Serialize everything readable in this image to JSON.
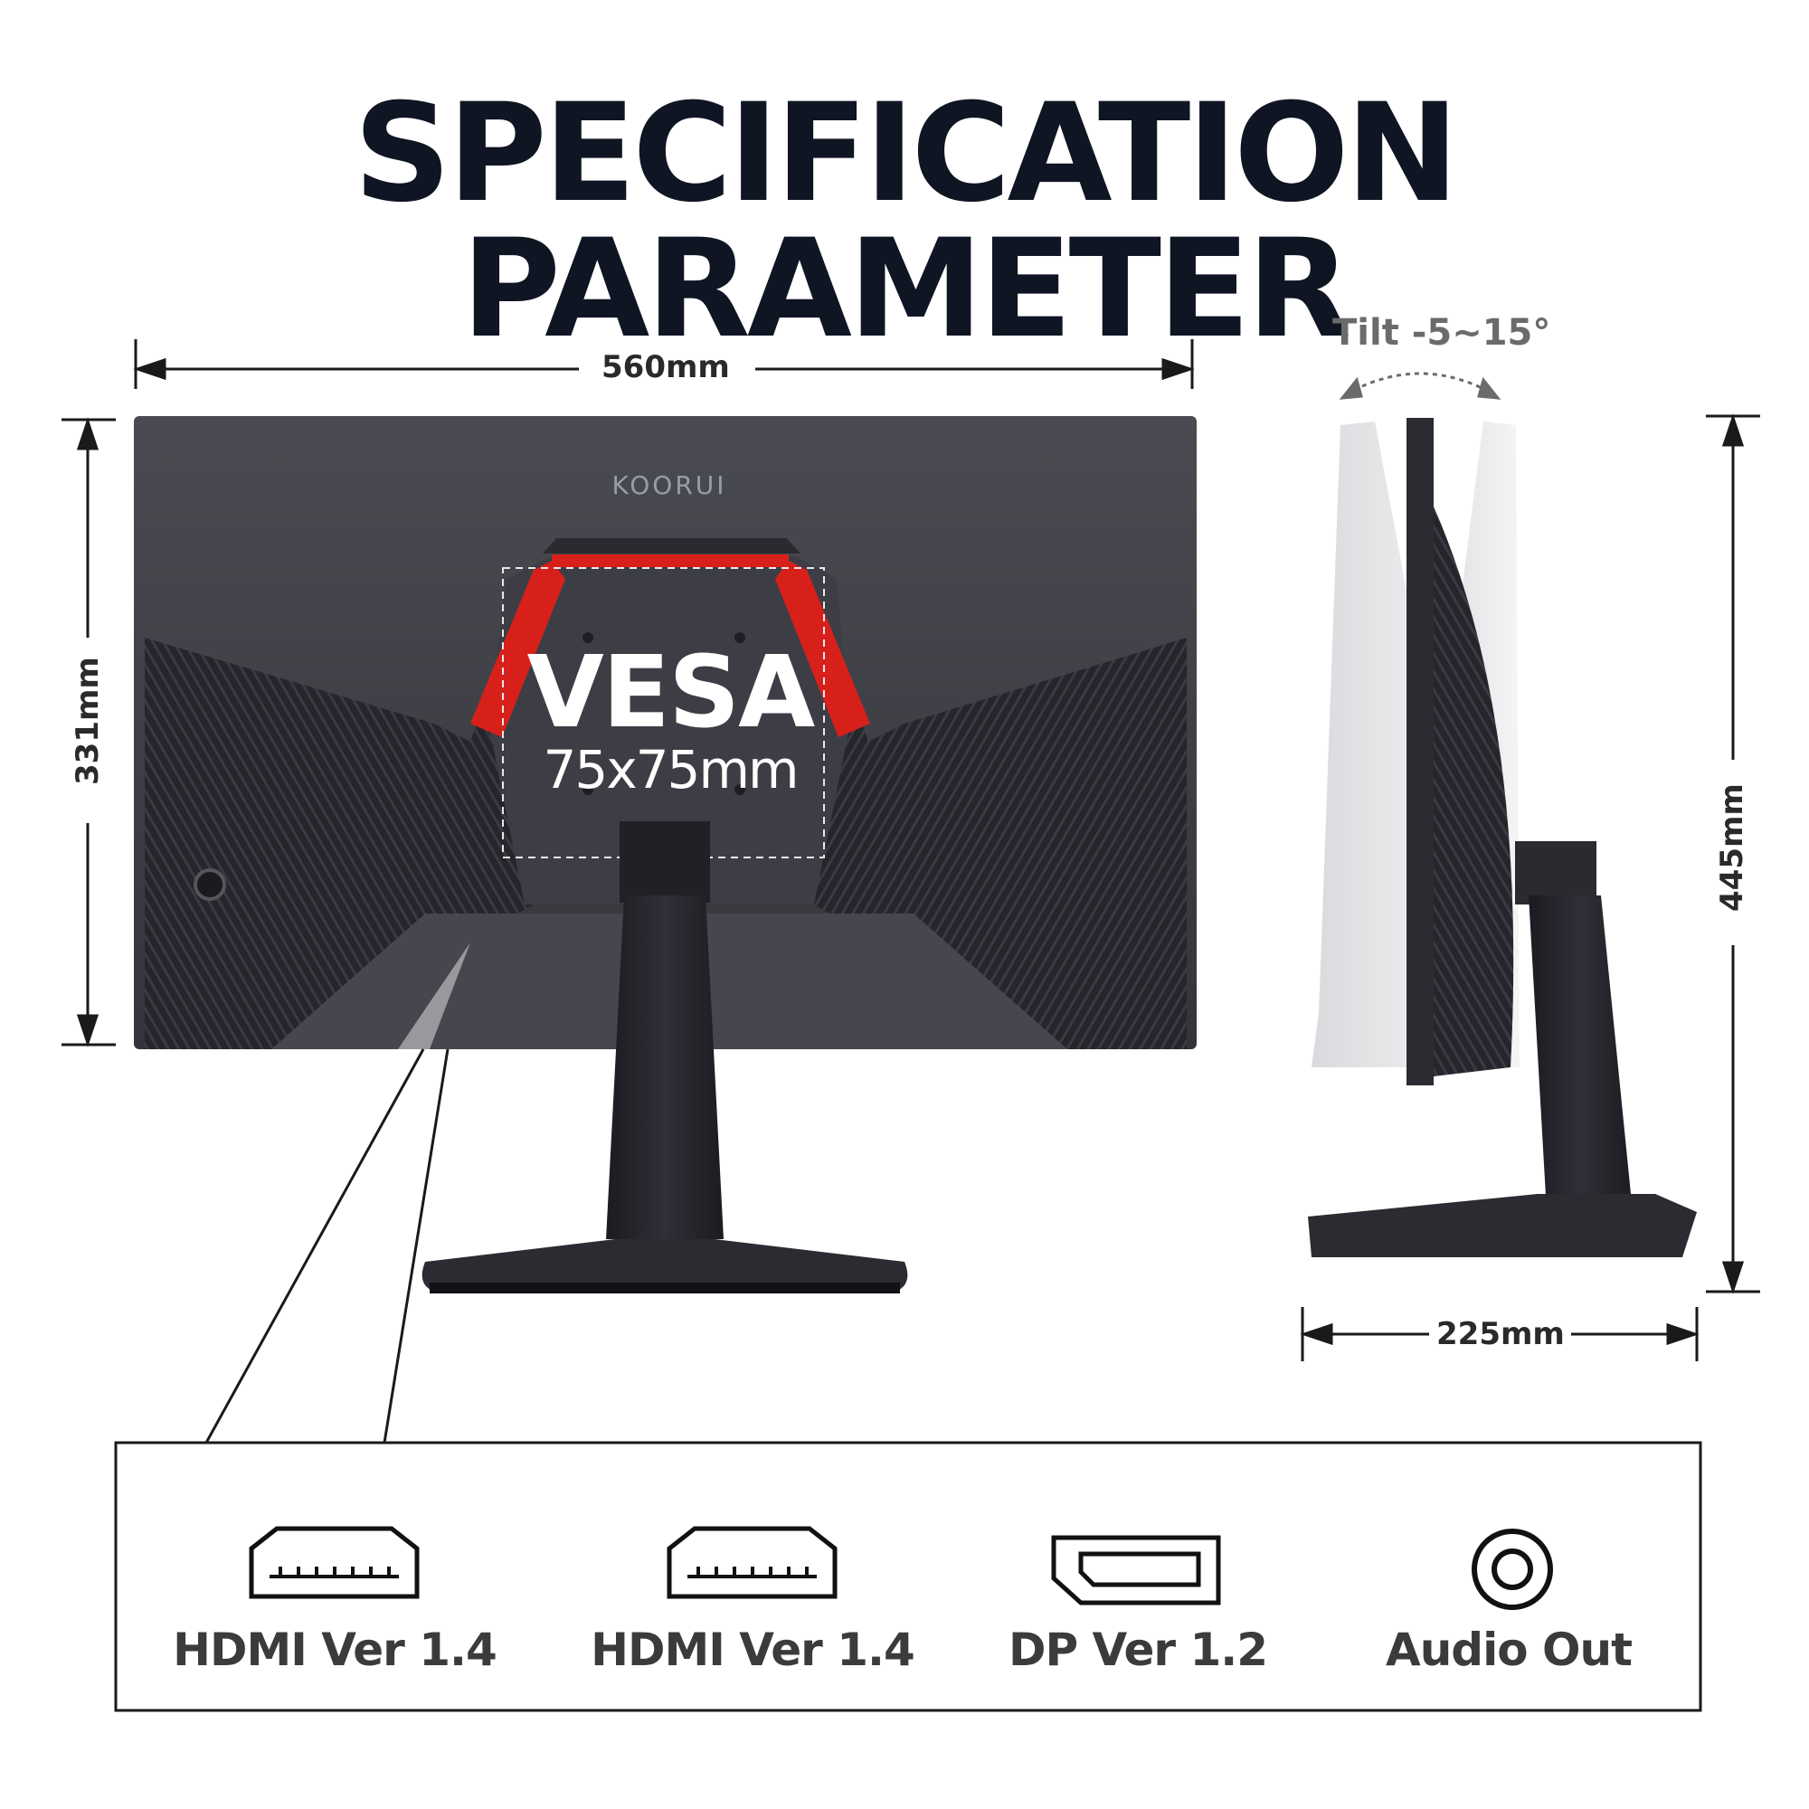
{
  "title": "SPECIFICATION PARAMETER",
  "dimensions": {
    "width": "560mm",
    "height": "331mm",
    "total_height": "445mm",
    "depth": "225mm",
    "tilt": "Tilt -5~15°"
  },
  "brand": "KOORUI",
  "vesa": {
    "label": "VESA",
    "size": "75x75mm"
  },
  "ports": [
    {
      "label": "HDMI Ver 1.4",
      "icon": "hdmi-port-icon"
    },
    {
      "label": "HDMI Ver 1.4",
      "icon": "hdmi-port-icon"
    },
    {
      "label": "DP Ver 1.2",
      "icon": "displayport-icon"
    },
    {
      "label": "Audio Out",
      "icon": "audio-jack-icon"
    }
  ],
  "colors": {
    "accent_red": "#d8201a",
    "monitor_body": "#3a3b41",
    "title": "#0f1522"
  }
}
